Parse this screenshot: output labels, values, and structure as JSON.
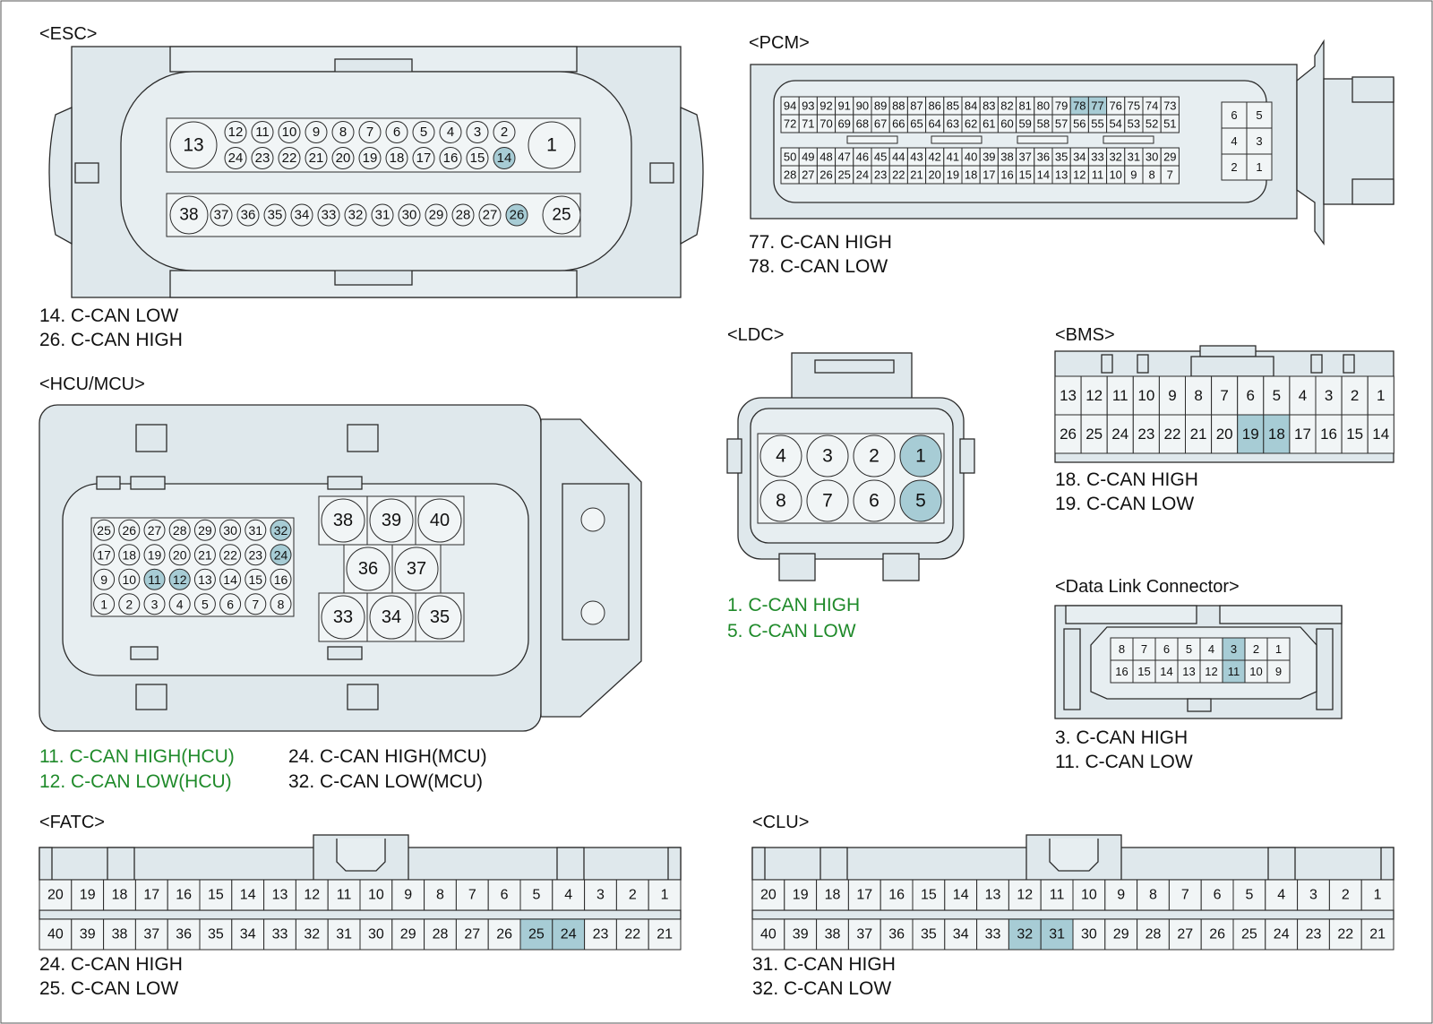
{
  "colors": {
    "body": "#dfe8ec",
    "cell": "#f1f5f6",
    "highlight": "#a7ccd5",
    "green_text": "#1f8a2a",
    "text": "#111111"
  },
  "connectors": {
    "esc": {
      "title": "<ESC>",
      "labels": [
        "14. C-CAN LOW",
        "26. C-CAN HIGH"
      ],
      "highlighted_pins": [
        "14",
        "26"
      ],
      "row1": [
        "12",
        "11",
        "10",
        "9",
        "8",
        "7",
        "6",
        "5",
        "4",
        "3",
        "2"
      ],
      "row2": [
        "24",
        "23",
        "22",
        "21",
        "20",
        "19",
        "18",
        "17",
        "16",
        "15",
        "14"
      ],
      "row3": [
        "37",
        "36",
        "35",
        "34",
        "33",
        "32",
        "31",
        "30",
        "29",
        "28",
        "27",
        "26"
      ],
      "big_pins": [
        "13",
        "1",
        "38",
        "25"
      ]
    },
    "pcm": {
      "title": "<PCM>",
      "labels": [
        "77. C-CAN HIGH",
        "78. C-CAN LOW"
      ],
      "highlighted_pins": [
        "78",
        "77"
      ],
      "row1": [
        "94",
        "93",
        "92",
        "91",
        "90",
        "89",
        "88",
        "87",
        "86",
        "85",
        "84",
        "83",
        "82",
        "81",
        "80",
        "79",
        "78",
        "77",
        "76",
        "75",
        "74",
        "73"
      ],
      "row2": [
        "72",
        "71",
        "70",
        "69",
        "68",
        "67",
        "66",
        "65",
        "64",
        "63",
        "62",
        "61",
        "60",
        "59",
        "58",
        "57",
        "56",
        "55",
        "54",
        "53",
        "52",
        "51"
      ],
      "row3": [
        "50",
        "49",
        "48",
        "47",
        "46",
        "45",
        "44",
        "43",
        "42",
        "41",
        "40",
        "39",
        "38",
        "37",
        "36",
        "35",
        "34",
        "33",
        "32",
        "31",
        "30",
        "29"
      ],
      "row4": [
        "28",
        "27",
        "26",
        "25",
        "24",
        "23",
        "22",
        "21",
        "20",
        "19",
        "18",
        "17",
        "16",
        "15",
        "14",
        "13",
        "12",
        "11",
        "10",
        "9",
        "8",
        "7"
      ],
      "small_block": [
        [
          "6",
          "5"
        ],
        [
          "4",
          "3"
        ],
        [
          "2",
          "1"
        ]
      ]
    },
    "hcu": {
      "title": "<HCU/MCU>",
      "labels_left": [
        "11. C-CAN HIGH(HCU)",
        "12. C-CAN LOW(HCU)"
      ],
      "labels_right": [
        "24. C-CAN HIGH(MCU)",
        "32. C-CAN LOW(MCU)"
      ],
      "highlighted_pins": [
        "32",
        "24",
        "11",
        "12"
      ],
      "grid": [
        [
          "25",
          "26",
          "27",
          "28",
          "29",
          "30",
          "31",
          "32"
        ],
        [
          "17",
          "18",
          "19",
          "20",
          "21",
          "22",
          "23",
          "24"
        ],
        [
          "9",
          "10",
          "11",
          "12",
          "13",
          "14",
          "15",
          "16"
        ],
        [
          "1",
          "2",
          "3",
          "4",
          "5",
          "6",
          "7",
          "8"
        ]
      ],
      "big_top": [
        "38",
        "39",
        "40"
      ],
      "big_mid": [
        "36",
        "37"
      ],
      "big_bot": [
        "33",
        "34",
        "35"
      ]
    },
    "ldc": {
      "title": "<LDC>",
      "labels": [
        "1. C-CAN HIGH",
        "5. C-CAN LOW"
      ],
      "highlighted_pins": [
        "1",
        "5"
      ],
      "row1": [
        "4",
        "3",
        "2",
        "1"
      ],
      "row2": [
        "8",
        "7",
        "6",
        "5"
      ]
    },
    "bms": {
      "title": "<BMS>",
      "labels": [
        "18. C-CAN HIGH",
        "19. C-CAN LOW"
      ],
      "highlighted_pins": [
        "19",
        "18"
      ],
      "row1": [
        "13",
        "12",
        "11",
        "10",
        "9",
        "8",
        "7",
        "6",
        "5",
        "4",
        "3",
        "2",
        "1"
      ],
      "row2": [
        "26",
        "25",
        "24",
        "23",
        "22",
        "21",
        "20",
        "19",
        "18",
        "17",
        "16",
        "15",
        "14"
      ]
    },
    "dlc": {
      "title": "<Data Link Connector>",
      "labels": [
        "3. C-CAN HIGH",
        "11. C-CAN LOW"
      ],
      "highlighted_pins": [
        "3",
        "11"
      ],
      "row1": [
        "8",
        "7",
        "6",
        "5",
        "4",
        "3",
        "2",
        "1"
      ],
      "row2": [
        "16",
        "15",
        "14",
        "13",
        "12",
        "11",
        "10",
        "9"
      ]
    },
    "fatc": {
      "title": "<FATC>",
      "labels": [
        "24. C-CAN HIGH",
        "25. C-CAN LOW"
      ],
      "highlighted_pins": [
        "25",
        "24"
      ],
      "row1": [
        "20",
        "19",
        "18",
        "17",
        "16",
        "15",
        "14",
        "13",
        "12",
        "11",
        "10",
        "9",
        "8",
        "7",
        "6",
        "5",
        "4",
        "3",
        "2",
        "1"
      ],
      "row2": [
        "40",
        "39",
        "38",
        "37",
        "36",
        "35",
        "34",
        "33",
        "32",
        "31",
        "30",
        "29",
        "28",
        "27",
        "26",
        "25",
        "24",
        "23",
        "22",
        "21"
      ]
    },
    "clu": {
      "title": "<CLU>",
      "labels": [
        "31. C-CAN HIGH",
        "32. C-CAN LOW"
      ],
      "highlighted_pins": [
        "32",
        "31"
      ],
      "row1": [
        "20",
        "19",
        "18",
        "17",
        "16",
        "15",
        "14",
        "13",
        "12",
        "11",
        "10",
        "9",
        "8",
        "7",
        "6",
        "5",
        "4",
        "3",
        "2",
        "1"
      ],
      "row2": [
        "40",
        "39",
        "38",
        "37",
        "36",
        "35",
        "34",
        "33",
        "32",
        "31",
        "30",
        "29",
        "28",
        "27",
        "26",
        "25",
        "24",
        "23",
        "22",
        "21"
      ]
    }
  }
}
